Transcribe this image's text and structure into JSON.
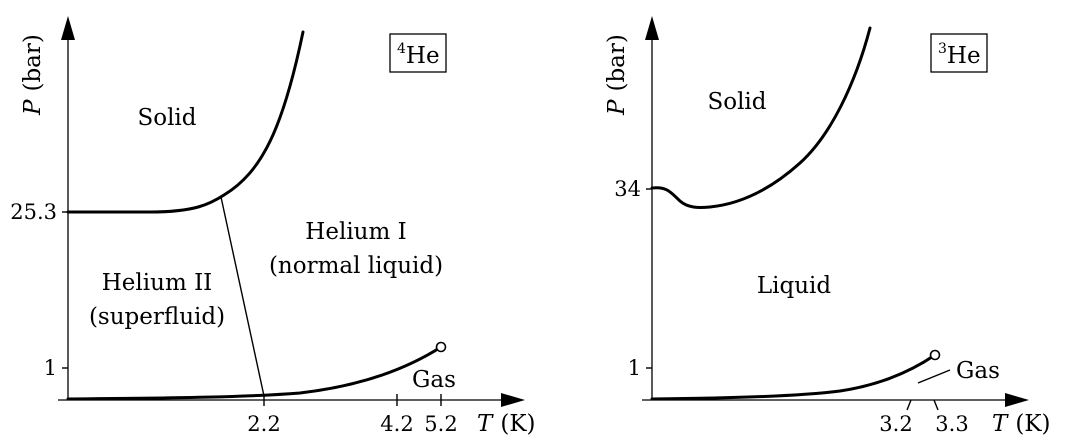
{
  "panels": {
    "he4": {
      "badge": {
        "sup": "4",
        "base": "He"
      },
      "y_axis_label": {
        "var": "P",
        "unit": "(bar)"
      },
      "x_axis_label": {
        "var": "T",
        "unit": "(K)"
      },
      "y_ticks": [
        "25.3",
        "1"
      ],
      "x_ticks": [
        "2.2",
        "4.2",
        "5.2"
      ],
      "regions": {
        "solid": "Solid",
        "helium1_line1": "Helium I",
        "helium1_line2": "(normal liquid)",
        "helium2_line1": "Helium II",
        "helium2_line2": "(superfluid)",
        "gas": "Gas"
      }
    },
    "he3": {
      "badge": {
        "sup": "3",
        "base": "He"
      },
      "y_axis_label": {
        "var": "P",
        "unit": "(bar)"
      },
      "x_axis_label": {
        "var": "T",
        "unit": "(K)"
      },
      "y_ticks": [
        "34",
        "1"
      ],
      "x_ticks": [
        "3.2",
        "3.3"
      ],
      "regions": {
        "solid": "Solid",
        "liquid": "Liquid",
        "gas": "Gas"
      }
    }
  }
}
